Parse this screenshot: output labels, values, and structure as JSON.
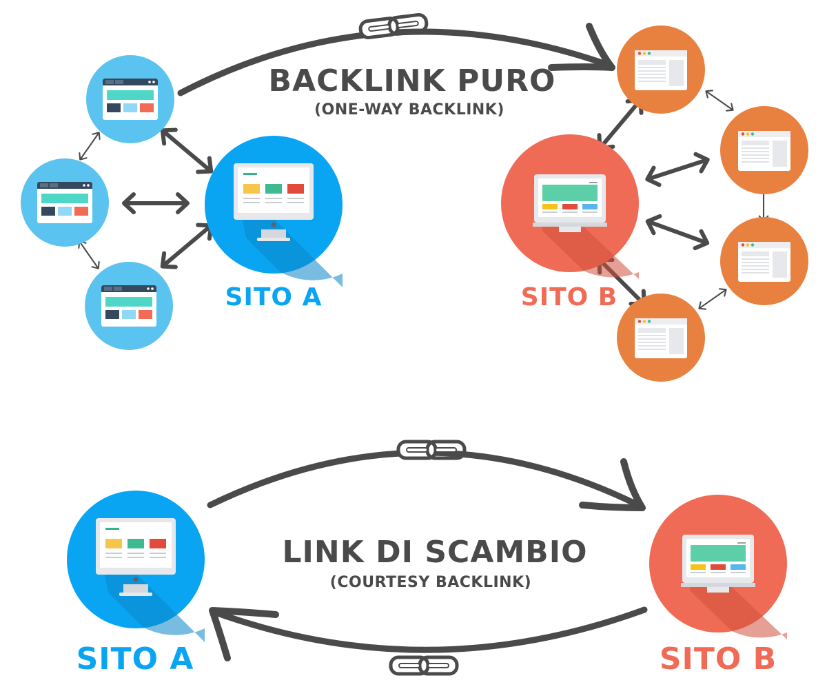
{
  "top": {
    "title": "BACKLINK PURO",
    "subtitle": "(ONE-WAY BACKLINK)",
    "site_a": "SITO A",
    "site_b": "SITO B"
  },
  "bottom": {
    "title": "LINK DI SCAMBIO",
    "subtitle": "(COURTESY BACKLINK)",
    "site_a": "SITO A",
    "site_b": "SITO B"
  },
  "colors": {
    "site_a": "#0aa5f2",
    "site_a_satellite": "#5bc3ef",
    "site_b": "#f06b55",
    "site_b_satellite": "#e8803f",
    "arrow": "#4a4a4a",
    "text": "#4a4a4a"
  },
  "icons": [
    "chain-link-icon",
    "monitor-icon",
    "browser-window-icon",
    "double-arrow-icon"
  ]
}
